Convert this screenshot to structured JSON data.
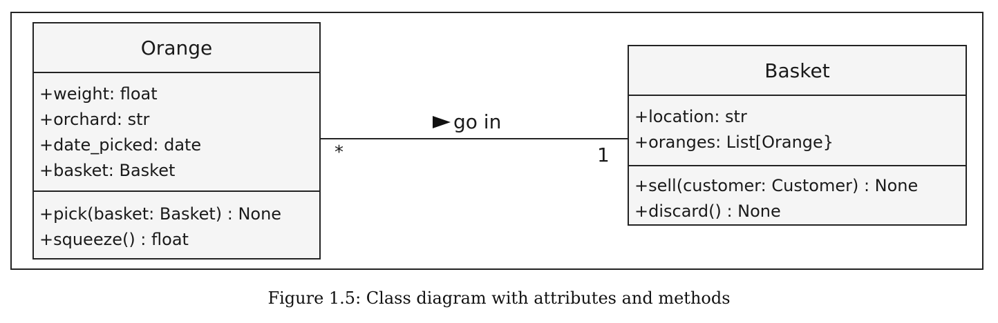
{
  "diagram": {
    "classes": [
      {
        "name": "Orange",
        "attributes": [
          "+weight: float",
          "+orchard: str",
          "+date_picked: date",
          "+basket: Basket"
        ],
        "methods": [
          "+pick(basket: Basket) : None",
          "+squeeze() : float"
        ]
      },
      {
        "name": "Basket",
        "attributes": [
          "+location: str",
          "+oranges: List[Orange}"
        ],
        "methods": [
          "+sell(customer: Customer) : None",
          "+discard() : None"
        ]
      }
    ],
    "association": {
      "label": "go in",
      "source_multiplicity": "*",
      "target_multiplicity": "1"
    }
  },
  "caption": "Figure 1.5: Class diagram with attributes and methods"
}
